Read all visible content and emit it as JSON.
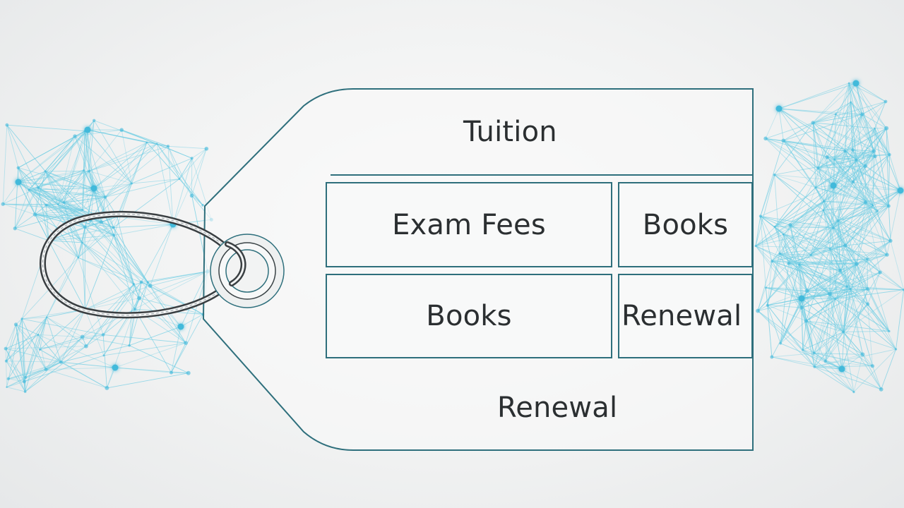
{
  "tag": {
    "rows": [
      [
        "Tuition"
      ],
      [
        "Exam Fees",
        "Books"
      ],
      [
        "Books",
        "Renewal"
      ],
      [
        "Renewal"
      ]
    ]
  },
  "colors": {
    "outline": "#2e6f7c",
    "network": "#6ecde3",
    "node": "#3fb8da",
    "text": "#2b2f31"
  }
}
